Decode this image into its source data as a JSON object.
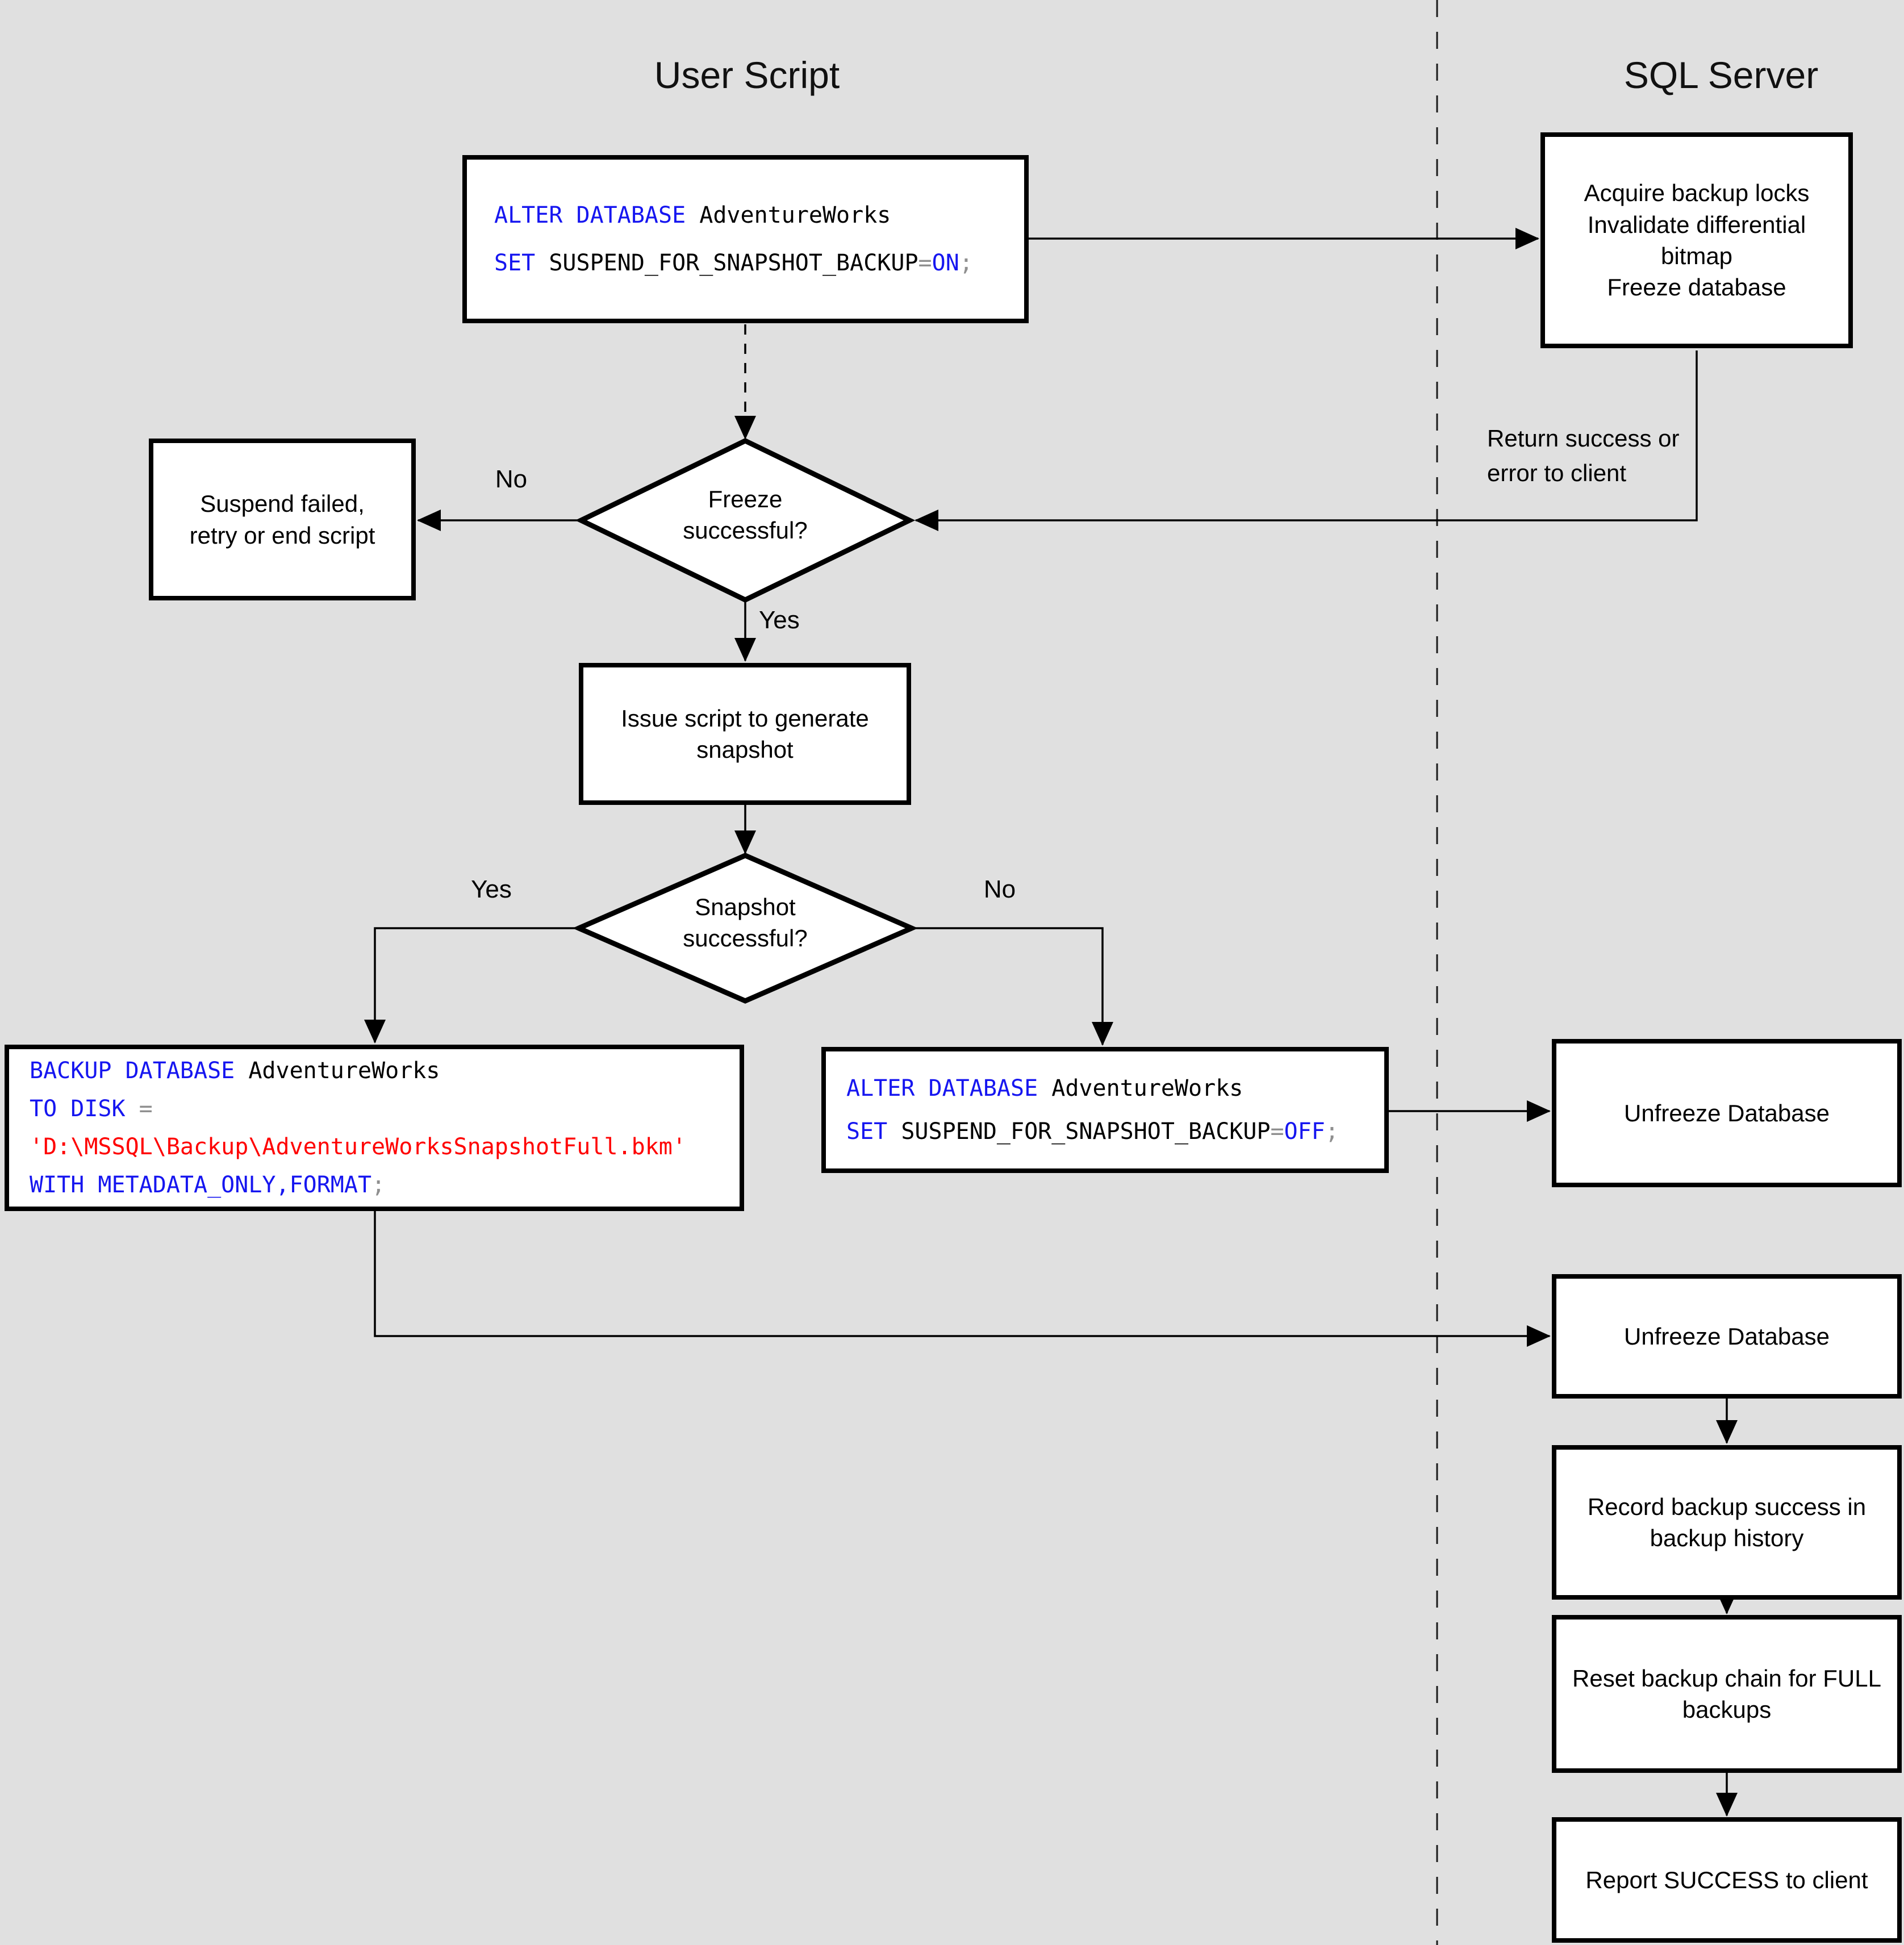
{
  "lane_titles": {
    "left": "User Script",
    "right": "SQL Server"
  },
  "edge_labels": {
    "freeze_no": "No",
    "freeze_yes": "Yes",
    "snapshot_yes": "Yes",
    "snapshot_no": "No"
  },
  "annotations": {
    "return_note": "Return success or error to client"
  },
  "nodes": {
    "alter_on": {
      "lines": [
        [
          {
            "c": "kw",
            "t": "ALTER DATABASE"
          },
          {
            "c": "id",
            "t": " AdventureWorks"
          }
        ],
        [
          {
            "c": "kw",
            "t": "SET"
          },
          {
            "c": "id",
            "t": " SUSPEND_FOR_SNAPSHOT_BACKUP"
          },
          {
            "c": "op",
            "t": "="
          },
          {
            "c": "kw",
            "t": "ON"
          },
          {
            "c": "op",
            "t": ";"
          }
        ]
      ]
    },
    "acquire": {
      "lines": [
        "Acquire backup locks",
        "Invalidate differential bitmap",
        "Freeze database"
      ]
    },
    "suspend": {
      "text": "Suspend failed, retry or end script"
    },
    "freeze_decision": {
      "text": "Freeze successful?"
    },
    "issue": {
      "text": "Issue script to generate snapshot"
    },
    "snapshot_decision": {
      "text": "Snapshot successful?"
    },
    "backup": {
      "lines": [
        [
          {
            "c": "kw",
            "t": "BACKUP DATABASE"
          },
          {
            "c": "id",
            "t": " AdventureWorks"
          }
        ],
        [
          {
            "c": "kw",
            "t": "TO DISK"
          },
          {
            "c": "op",
            "t": " ="
          }
        ],
        [
          {
            "c": "str",
            "t": "'D:\\MSSQL\\Backup\\AdventureWorksSnapshotFull.bkm'"
          }
        ],
        [
          {
            "c": "kw",
            "t": "WITH METADATA_ONLY,FORMAT"
          },
          {
            "c": "op",
            "t": ";"
          }
        ]
      ]
    },
    "alter_off": {
      "lines": [
        [
          {
            "c": "kw",
            "t": "ALTER DATABASE"
          },
          {
            "c": "id",
            "t": " AdventureWorks"
          }
        ],
        [
          {
            "c": "kw",
            "t": "SET"
          },
          {
            "c": "id",
            "t": " SUSPEND_FOR_SNAPSHOT_BACKUP"
          },
          {
            "c": "op",
            "t": "="
          },
          {
            "c": "kw",
            "t": "OFF"
          },
          {
            "c": "op",
            "t": ";"
          }
        ]
      ]
    },
    "unfreeze_1": {
      "text": "Unfreeze Database"
    },
    "unfreeze_2": {
      "text": "Unfreeze Database"
    },
    "record": {
      "text": "Record backup success in backup history"
    },
    "reset": {
      "text": "Reset backup chain for FULL backups"
    },
    "report": {
      "text": "Report SUCCESS to client"
    }
  },
  "colors": {
    "keyword": "#1616f0",
    "identifier": "#000000",
    "operator": "#8f8f8f",
    "string": "#ff0000",
    "background": "#e0e0e0",
    "node_fill": "#ffffff",
    "stroke": "#000000"
  }
}
